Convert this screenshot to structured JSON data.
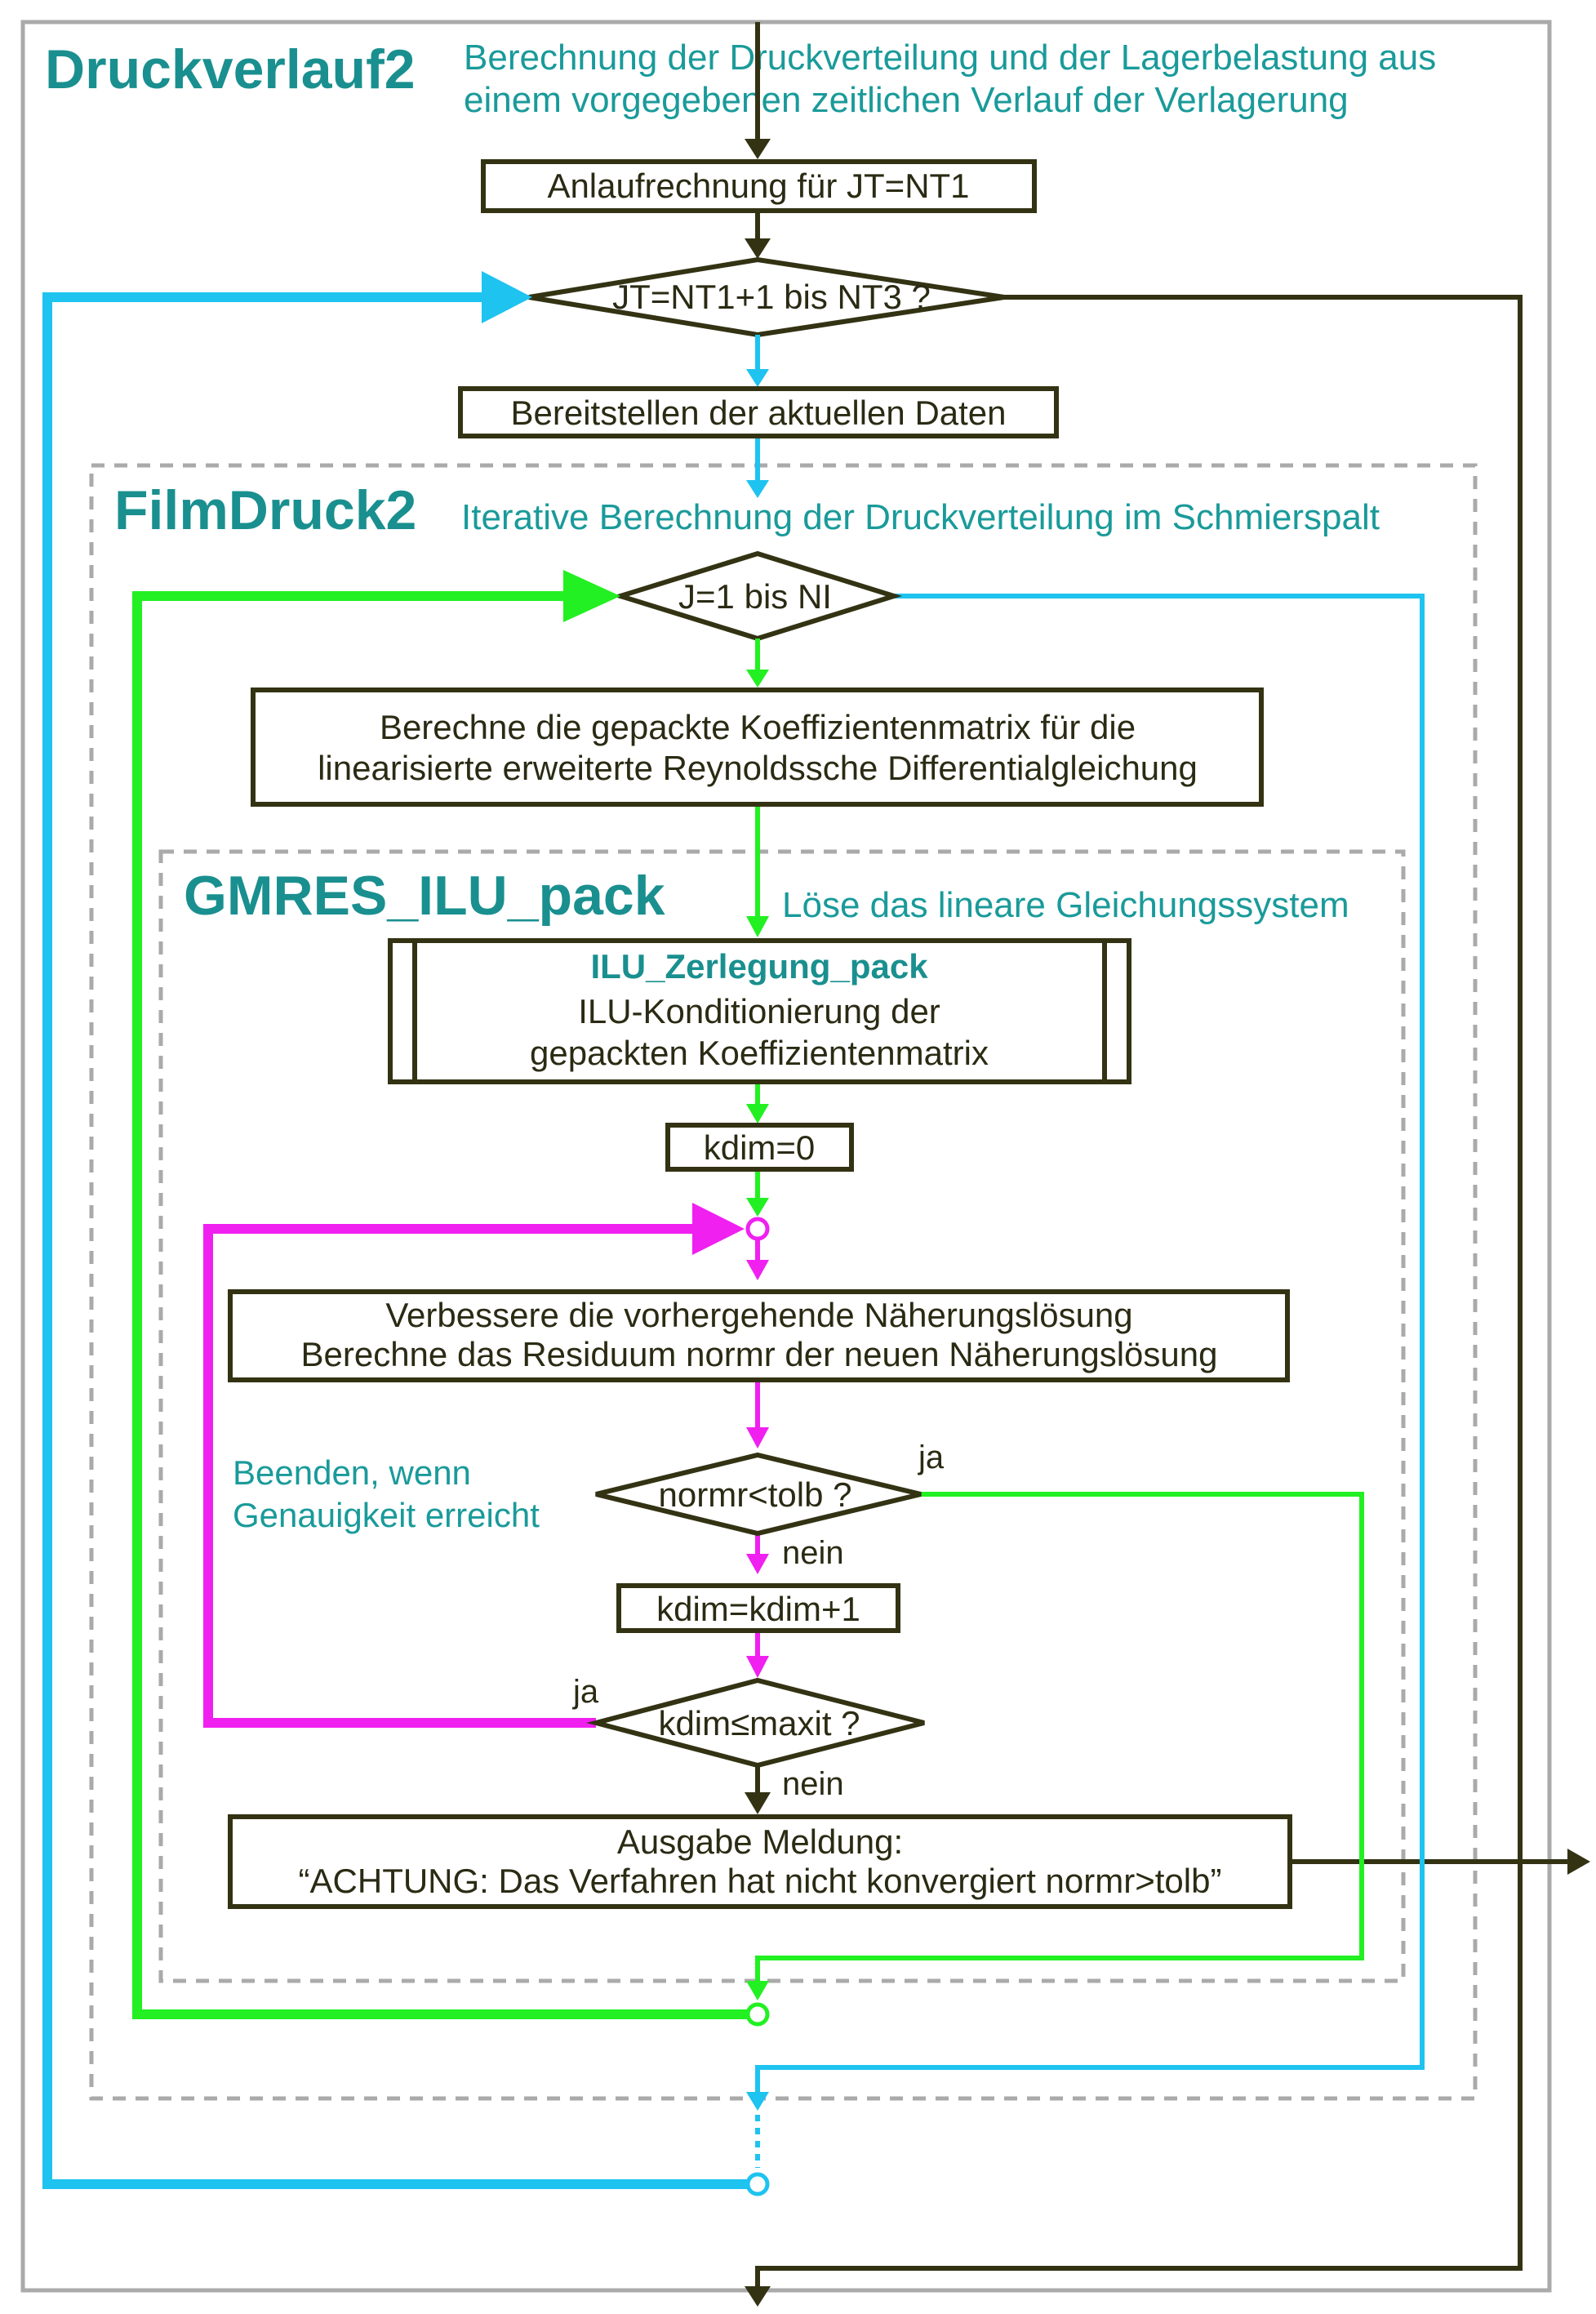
{
  "colors": {
    "main_flow": "#333314",
    "outer_loop": "#1ec3f0",
    "j_loop": "#22f022",
    "kdim_loop": "#f020f0",
    "title_text": "#1a8f8f",
    "frame": "#aaaaaa"
  },
  "outer": {
    "title": "Druckverlauf2",
    "desc_line1": "Berechnung der Druckverteilung und der Lagerbelastung aus",
    "desc_line2": "einem vorgegebenen zeitlichen Verlauf der Verlagerung",
    "box_init": "Anlaufrechnung für JT=NT1",
    "decision_jt": "JT=NT1+1 bis NT3 ?",
    "box_data": "Bereitstellen der aktuellen Daten"
  },
  "filmdruck": {
    "title": "FilmDruck2",
    "desc": "Iterative Berechnung der Druckverteilung im Schmierspalt",
    "decision_j": "J=1 bis NI",
    "box_matrix_line1": "Berechne die gepackte Koeffizientenmatrix für die",
    "box_matrix_line2": "linearisierte erweiterte Reynoldssche Differentialgleichung"
  },
  "gmres": {
    "title": "GMRES_ILU_pack",
    "desc": "Löse das lineare Gleichungssystem",
    "sub_title": "ILU_Zerlegung_pack",
    "sub_line1": "ILU-Konditionierung der",
    "sub_line2": "gepackten Koeffizientenmatrix",
    "box_kdim0": "kdim=0",
    "box_improve_line1": "Verbessere die vorhergehende Näherungslösung",
    "box_improve_line2": "Berechne das Residuum normr der neuen Näherungslösung",
    "note_line1": "Beenden, wenn",
    "note_line2": "Genauigkeit erreicht",
    "decision_normr": "normr<tolb ?",
    "label_ja1": "ja",
    "label_nein1": "nein",
    "box_kdim_inc": "kdim=kdim+1",
    "decision_kdim": "kdim≤maxit ?",
    "label_ja2": "ja",
    "label_nein2": "nein",
    "box_msg_line1": "Ausgabe Meldung:",
    "box_msg_line2": "“ACHTUNG: Das Verfahren hat nicht konvergiert normr>tolb”"
  }
}
